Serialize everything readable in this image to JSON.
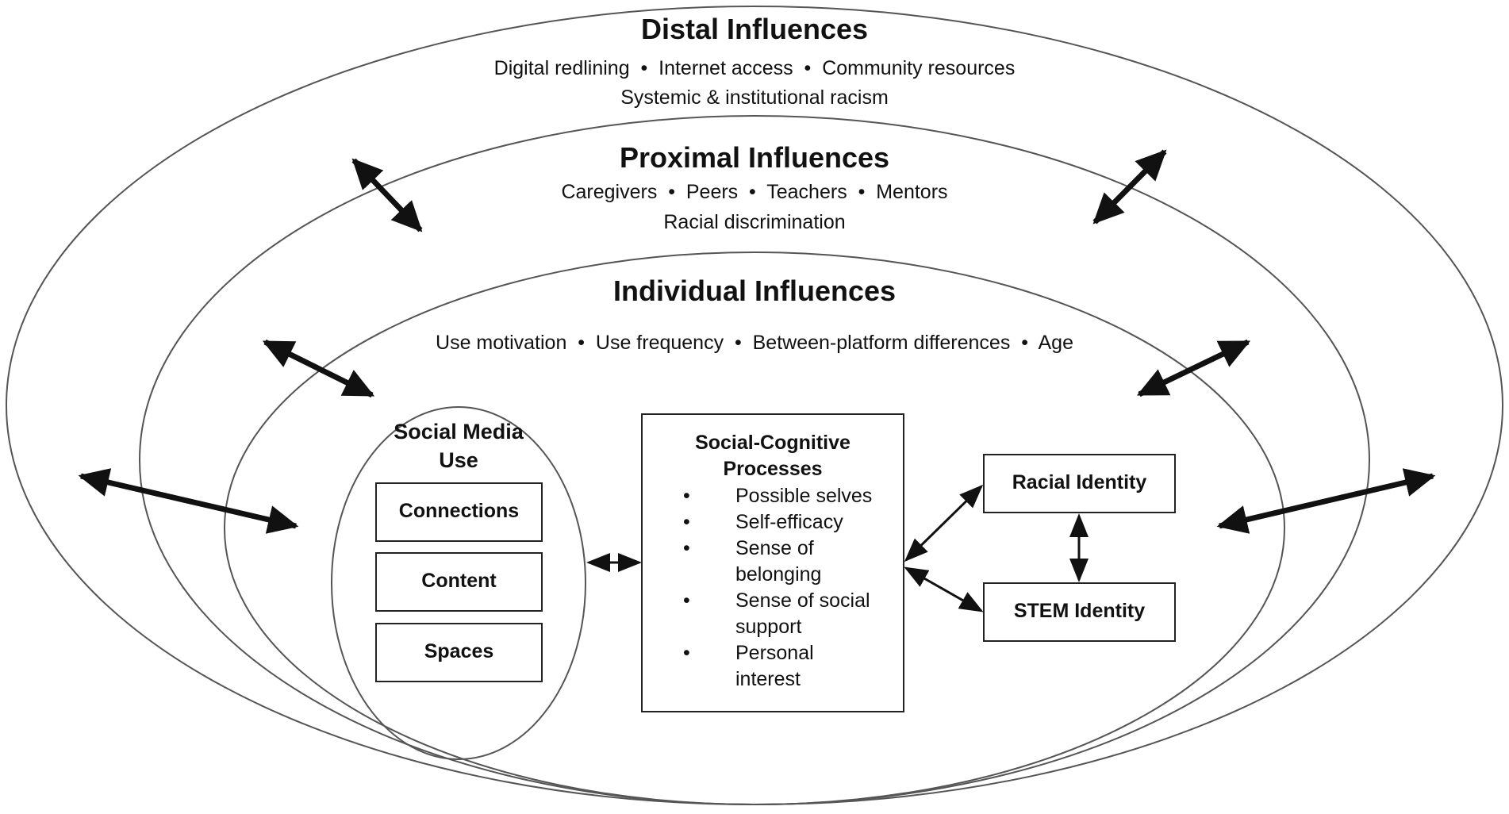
{
  "diagram": {
    "distal": {
      "title": "Distal Influences",
      "items_line1": "Digital redlining  •  Internet access  •  Community resources",
      "items_line2": "Systemic & institutional racism"
    },
    "proximal": {
      "title": "Proximal Influences",
      "items_line1": "Caregivers  •  Peers  •  Teachers  •  Mentors",
      "items_line2": "Racial discrimination"
    },
    "individual": {
      "title": "Individual Influences",
      "items_line1": "Use motivation  •  Use frequency  •  Between-platform differences  •  Age"
    },
    "social_media_use": {
      "title_line1": "Social Media",
      "title_line2": "Use",
      "boxes": [
        "Connections",
        "Content",
        "Spaces"
      ]
    },
    "social_cognitive": {
      "title_line1": "Social-Cognitive",
      "title_line2": "Processes",
      "bullet": "•",
      "items": [
        "Possible selves",
        "Self-efficacy",
        "Sense of belonging",
        "Sense of social support",
        "Personal interest"
      ]
    },
    "racial_identity": "Racial Identity",
    "stem_identity": "STEM Identity"
  },
  "colors": {
    "stroke": "#555555",
    "arrow": "#111111",
    "text": "#111111"
  }
}
